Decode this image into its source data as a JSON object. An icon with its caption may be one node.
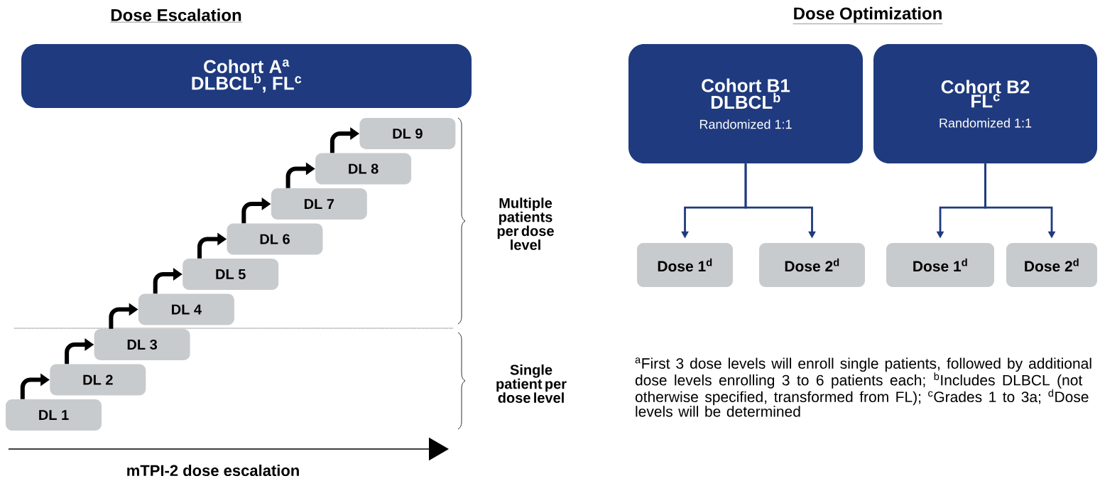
{
  "diagram": {
    "nodes": [
      {
        "text": [
          "Cohort A$^{a}$",
          "DLBCL$^{b}$, FL$^{c}$"
        ]
      },
      {
        "text": [
          "DL 1"
        ]
      },
      {
        "text": [
          "DL 2"
        ]
      },
      {
        "text": [
          "DL 3"
        ]
      },
      {
        "text": [
          "DL 4"
        ]
      },
      {
        "text": [
          "DL 5"
        ]
      },
      {
        "text": [
          "DL 6"
        ]
      },
      {
        "text": [
          "DL 7"
        ]
      },
      {
        "text": [
          "DL 8"
        ]
      },
      {
        "text": [
          "DL 9"
        ]
      },
      {
        "text": [
          "Cohort B1",
          "DLBCL$^{b}$",
          "Randomized 1:1"
        ]
      },
      {
        "text": [
          "Cohort B2",
          "FL$^{c}$",
          "Randomized 1:1"
        ]
      },
      {
        "text": [
          "Dose 1$^{d}$"
        ]
      },
      {
        "text": [
          "Dose 2$^{d}$"
        ]
      },
      {
        "text": [
          "Dose 1$^{d}$"
        ]
      },
      {
        "text": [
          "Dose 2$^{d}$"
        ]
      }
    ],
    "edges": [
      {
        "from": 1,
        "to": 2,
        "arrow": "to"
      },
      {
        "from": 2,
        "to": 3,
        "arrow": "to"
      },
      {
        "from": 3,
        "to": 4,
        "arrow": "to"
      },
      {
        "from": 4,
        "to": 5,
        "arrow": "to"
      },
      {
        "from": 5,
        "to": 6,
        "arrow": "to"
      },
      {
        "from": 6,
        "to": 7,
        "arrow": "to"
      },
      {
        "from": 7,
        "to": 8,
        "arrow": "to"
      },
      {
        "from": 8,
        "to": 9,
        "arrow": "to"
      },
      {
        "from": 10,
        "to": 12,
        "arrow": "to",
        "color": "#1f3a7e"
      },
      {
        "from": 10,
        "to": 13,
        "arrow": "to",
        "color": "#1f3a7e"
      },
      {
        "from": 11,
        "to": 14,
        "arrow": "to",
        "color": "#1f3a7e"
      },
      {
        "from": 11,
        "to": 15,
        "arrow": "to",
        "color": "#1f3a7e"
      }
    ],
    "labels": [
      "Dose Escalation",
      "Dose Optimization",
      "Multiple patients per dose level",
      "Single patient per dose level",
      "mTPI-2 dose escalation",
      "$^{a}$First 3 dose levels will enroll single patients, followed by additional dose levels enrolling 3 to 6 patients each; $^{b}$Includes DLBCL (not otherwise specified, transformed from FL); $^{c}$Grades 1 to 3a; $^{d}$Dose levels will be determined"
    ]
  }
}
